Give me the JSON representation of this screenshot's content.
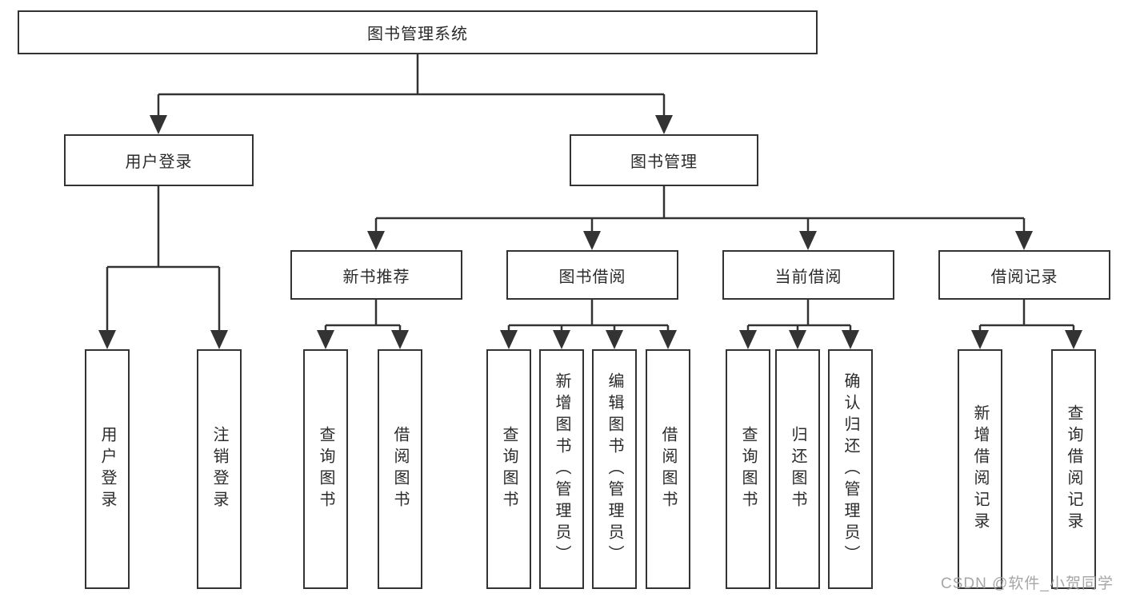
{
  "diagram": {
    "root": {
      "label": "图书管理系统"
    },
    "level2": {
      "user_login": {
        "label": "用户登录"
      },
      "book_mgmt": {
        "label": "图书管理"
      }
    },
    "level3": {
      "new_book": {
        "label": "新书推荐"
      },
      "borrow": {
        "label": "图书借阅"
      },
      "current": {
        "label": "当前借阅"
      },
      "records": {
        "label": "借阅记录"
      }
    },
    "leaves": {
      "user_login_leaf": {
        "label": "用户登录"
      },
      "logout_leaf": {
        "label": "注销登录"
      },
      "new_book_query": {
        "label": "查询图书"
      },
      "new_book_borrow": {
        "label": "借阅图书"
      },
      "borrow_query": {
        "label": "查询图书"
      },
      "borrow_add": {
        "label": "新增图书（管理员）"
      },
      "borrow_edit": {
        "label": "编辑图书（管理员）"
      },
      "borrow_borrow": {
        "label": "借阅图书"
      },
      "current_query": {
        "label": "查询图书"
      },
      "current_return": {
        "label": "归还图书"
      },
      "current_confirm": {
        "label": "确认归还（管理员）"
      },
      "records_add": {
        "label": "新增借阅记录"
      },
      "records_query": {
        "label": "查询借阅记录"
      }
    }
  },
  "watermark": {
    "text": "CSDN @软件_小贺同学"
  },
  "colors": {
    "border": "#333333",
    "line": "#333333",
    "text": "#2b2b2b",
    "watermark": "#9e9e9e",
    "background": "#ffffff"
  }
}
